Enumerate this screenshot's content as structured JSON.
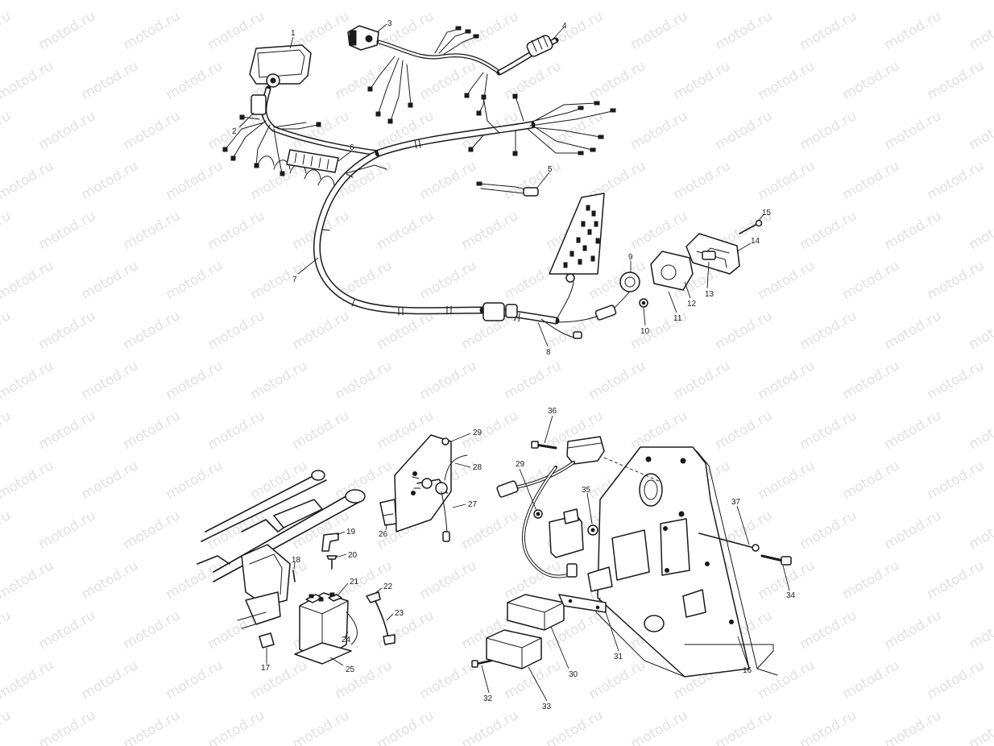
{
  "watermark_text": "motod.ru",
  "callouts": [
    {
      "n": "1",
      "label": "1"
    },
    {
      "n": "2",
      "label": "2"
    },
    {
      "n": "3",
      "label": "3"
    },
    {
      "n": "4",
      "label": "4"
    },
    {
      "n": "5",
      "label": "5"
    },
    {
      "n": "6",
      "label": "6"
    },
    {
      "n": "7",
      "label": "7"
    },
    {
      "n": "8",
      "label": "8"
    },
    {
      "n": "9",
      "label": "9"
    },
    {
      "n": "10",
      "label": "10"
    },
    {
      "n": "11",
      "label": "11"
    },
    {
      "n": "12",
      "label": "12"
    },
    {
      "n": "13",
      "label": "13"
    },
    {
      "n": "14",
      "label": "14"
    },
    {
      "n": "15",
      "label": "15"
    },
    {
      "n": "16",
      "label": "16"
    },
    {
      "n": "17",
      "label": "17"
    },
    {
      "n": "18",
      "label": "18"
    },
    {
      "n": "19",
      "label": "19"
    },
    {
      "n": "20",
      "label": "20"
    },
    {
      "n": "21",
      "label": "21"
    },
    {
      "n": "22",
      "label": "22"
    },
    {
      "n": "23",
      "label": "23"
    },
    {
      "n": "24",
      "label": "24"
    },
    {
      "n": "25",
      "label": "25"
    },
    {
      "n": "26",
      "label": "26"
    },
    {
      "n": "27",
      "label": "27"
    },
    {
      "n": "28",
      "label": "28"
    },
    {
      "n": "29a",
      "label": "29"
    },
    {
      "n": "29b",
      "label": "29"
    },
    {
      "n": "30",
      "label": "30"
    },
    {
      "n": "31",
      "label": "31"
    },
    {
      "n": "32",
      "label": "32"
    },
    {
      "n": "33",
      "label": "33"
    },
    {
      "n": "34",
      "label": "34"
    },
    {
      "n": "35",
      "label": "35"
    },
    {
      "n": "36",
      "label": "36"
    },
    {
      "n": "37",
      "label": "37"
    }
  ]
}
